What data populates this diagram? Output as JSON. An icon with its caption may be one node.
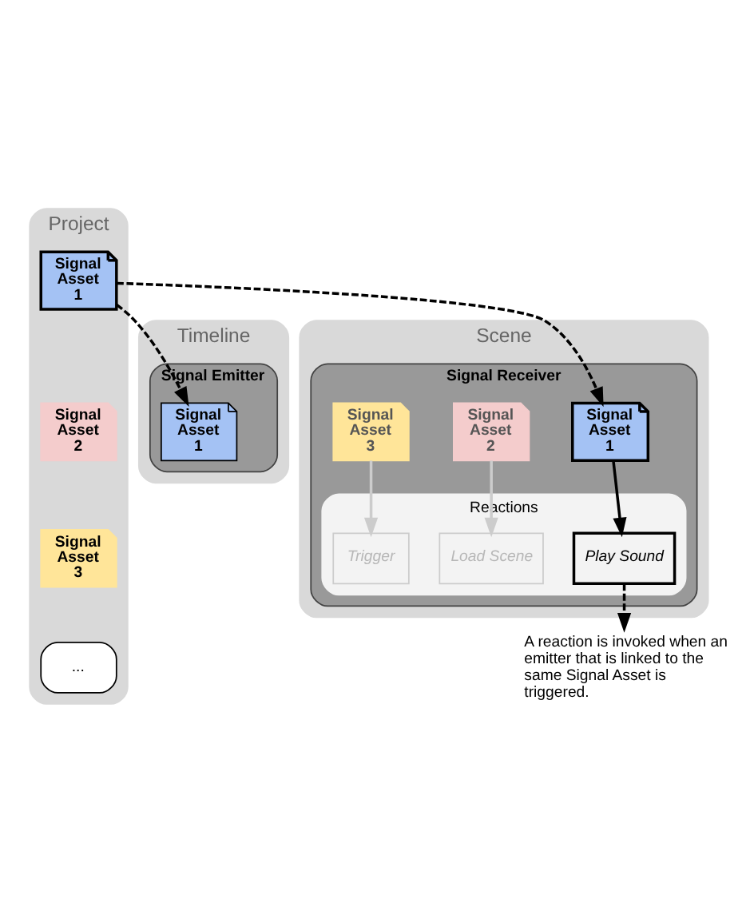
{
  "diagram": {
    "nodes": [
      {
        "text": [
          "Project"
        ]
      },
      {
        "text": [
          "Signal Asset 1"
        ],
        "in": 0
      },
      {
        "text": [
          "Signal Asset 2"
        ],
        "in": 0
      },
      {
        "text": [
          "Signal Asset 3"
        ],
        "in": 0
      },
      {
        "text": [
          "..."
        ],
        "in": 0
      },
      {
        "text": [
          "Timeline"
        ]
      },
      {
        "text": [
          "Signal Emitter"
        ],
        "in": 5
      },
      {
        "text": [
          "Signal Asset 1"
        ],
        "in": 6
      },
      {
        "text": [
          "Scene"
        ]
      },
      {
        "text": [
          "Signal Receiver"
        ],
        "in": 8
      },
      {
        "text": [
          "Signal Asset 1"
        ],
        "in": 9
      },
      {
        "text": [
          "Signal Asset 2"
        ],
        "in": 9
      },
      {
        "text": [
          "Signal Asset 3"
        ],
        "in": 9
      },
      {
        "text": [
          "Reactions"
        ],
        "in": 9
      },
      {
        "text": [
          "Play Sound"
        ],
        "in": 13
      },
      {
        "text": [
          "Load Scene"
        ],
        "in": 13
      },
      {
        "text": [
          "Trigger"
        ],
        "in": 13
      },
      {
        "text": [
          "A reaction is invoked when an emitter that is linked to the same Signal Asset is triggered."
        ]
      }
    ],
    "edges": [
      {
        "from": 1,
        "to": 7,
        "arrow": "to",
        "style": "dashed"
      },
      {
        "from": 1,
        "to": 10,
        "arrow": "to",
        "style": "dashed"
      },
      {
        "from": 10,
        "to": 14,
        "arrow": "to"
      },
      {
        "from": 11,
        "to": 15,
        "arrow": "to",
        "color": "#cccccc"
      },
      {
        "from": 12,
        "to": 16,
        "arrow": "to",
        "color": "#cccccc"
      },
      {
        "from": 14,
        "to": 17,
        "arrow": "to",
        "style": "dashed"
      }
    ]
  }
}
